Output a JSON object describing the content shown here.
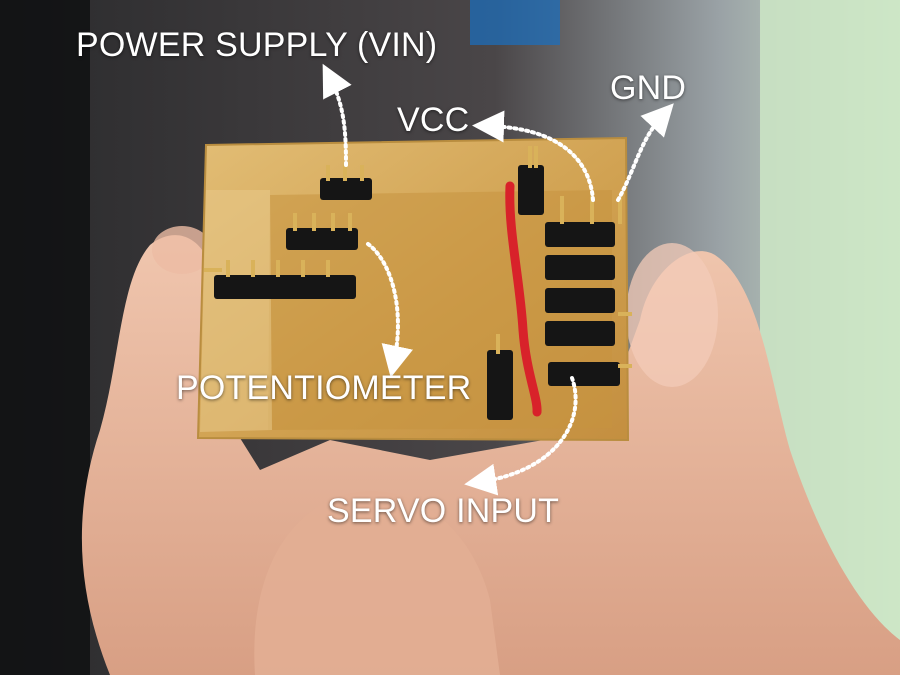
{
  "labels": {
    "power_supply": "POWER SUPPLY (VIN)",
    "vcc": "VCC",
    "gnd": "GND",
    "potentiometer": "POTENTIOMETER",
    "servo_input": "SERVO INPUT"
  },
  "colors": {
    "annotation_text": "#ffffff",
    "pcb_substrate": "#d6ad5f",
    "pcb_copper": "#c99a45",
    "header_plastic": "#151515",
    "header_pin": "#d9b25a",
    "jumper_wire": "#d8222a",
    "skin": "#e7b79b",
    "background_laptop": "#4b4748",
    "background_green": "#cfe7c8"
  }
}
